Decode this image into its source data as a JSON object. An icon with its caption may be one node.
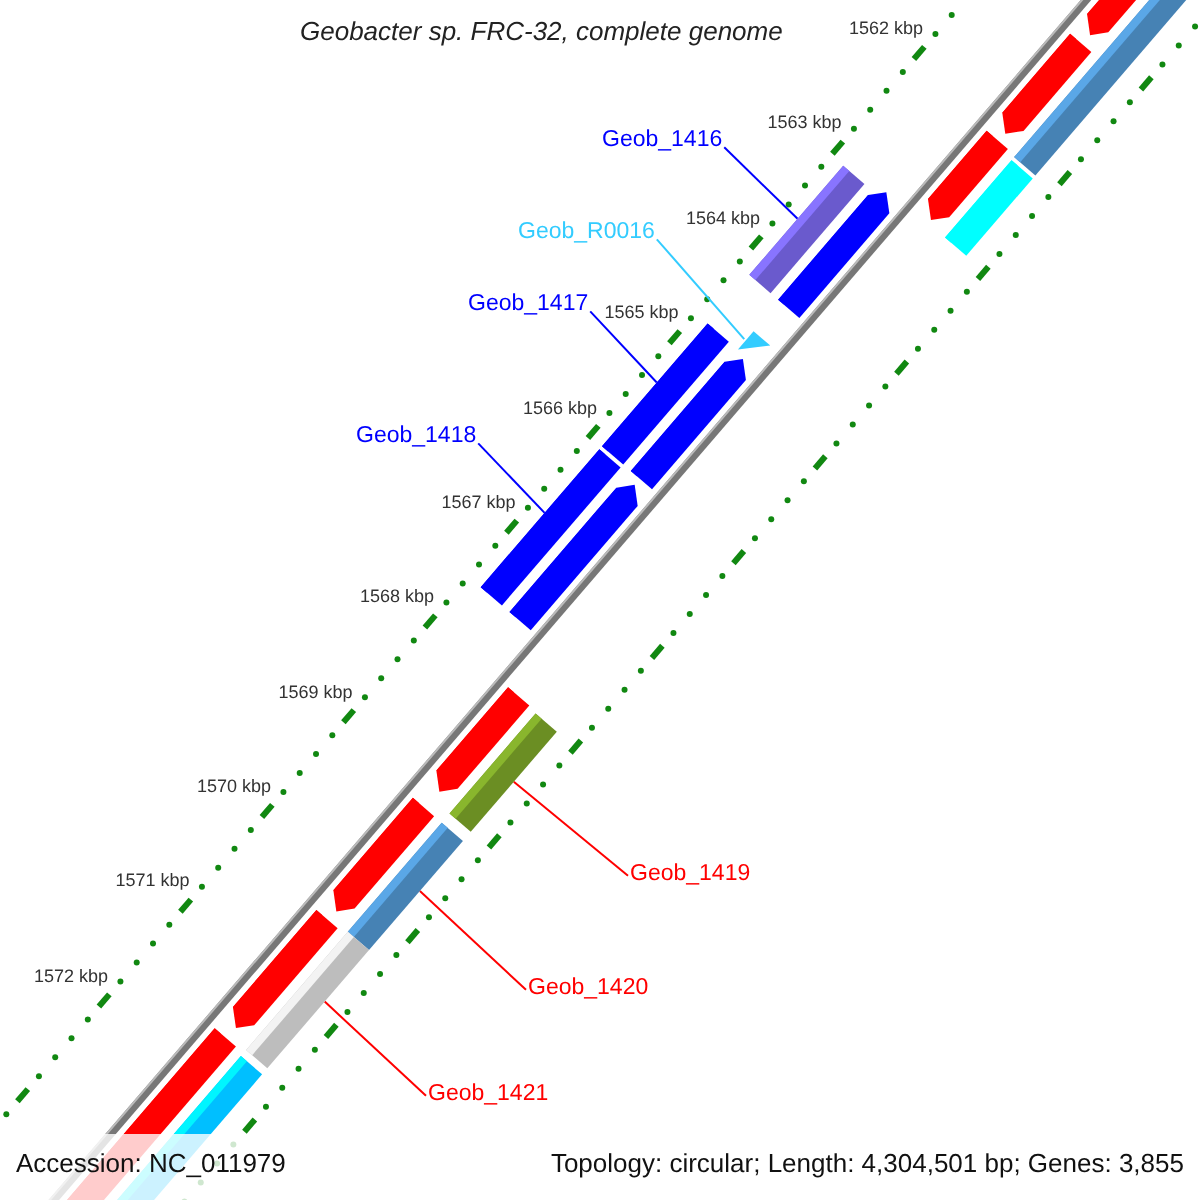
{
  "diagram": {
    "title": "Geobacter sp. FRC-32, complete genome",
    "nodes": [
      {
        "text": [
          "Geob_1416"
        ]
      },
      {
        "text": [],
        "shape": "bar"
      },
      {
        "text": [
          "Geob_R0016"
        ]
      },
      {
        "text": [],
        "shape": "triangle"
      },
      {
        "text": [
          "Geob_1417"
        ]
      },
      {
        "text": [],
        "shape": "bar"
      },
      {
        "text": [
          "Geob_1418"
        ]
      },
      {
        "text": [],
        "shape": "bar"
      },
      {
        "text": [
          "Geob_1419"
        ]
      },
      {
        "text": [],
        "shape": "bar"
      },
      {
        "text": [
          "Geob_1420"
        ]
      },
      {
        "text": [],
        "shape": "bar"
      },
      {
        "text": [
          "Geob_1421"
        ]
      },
      {
        "text": [],
        "shape": "bar"
      }
    ],
    "edges": [
      {
        "from": 0,
        "to": 1,
        "arrow": "none",
        "color": "#0000ff"
      },
      {
        "from": 2,
        "to": 3,
        "arrow": "none",
        "color": "#33ccff"
      },
      {
        "from": 4,
        "to": 5,
        "arrow": "none",
        "color": "#0000ff"
      },
      {
        "from": 6,
        "to": 7,
        "arrow": "none",
        "color": "#0000ff"
      },
      {
        "from": 8,
        "to": 9,
        "arrow": "none",
        "color": "#ff0000"
      },
      {
        "from": 10,
        "to": 11,
        "arrow": "none",
        "color": "#ff0000"
      },
      {
        "from": 12,
        "to": 13,
        "arrow": "none",
        "color": "#ff0000"
      }
    ],
    "labels": [
      "1562 kbp",
      "1563 kbp",
      "1564 kbp",
      "1565 kbp",
      "1566 kbp",
      "1567 kbp",
      "1568 kbp",
      "1569 kbp",
      "1570 kbp",
      "1571 kbp",
      "1572 kbp",
      "Accession: NC_011979",
      "Topology: circular; Length: 4,304,501 bp; Genes: 3,855"
    ]
  }
}
